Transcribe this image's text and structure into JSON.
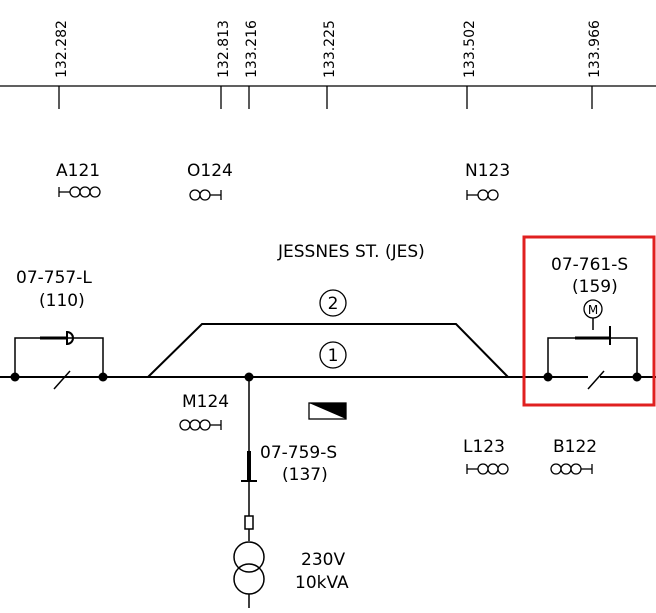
{
  "km_posts": [
    "132.282",
    "132.813",
    "133.216",
    "133.225",
    "133.502",
    "133.966"
  ],
  "station": {
    "name": "JESSNES ST. (JES)"
  },
  "tracks": [
    "1",
    "2"
  ],
  "signals": {
    "a121": "A121",
    "o124": "O124",
    "n123": "N123",
    "m124": "M124",
    "l123": "L123",
    "b122": "B122"
  },
  "switches": {
    "left": {
      "id": "07-757-L",
      "num": "(110)"
    },
    "right": {
      "id": "07-761-S",
      "num": "(159)",
      "motor": "M"
    },
    "feeder": {
      "id": "07-759-S",
      "num": "(137)"
    }
  },
  "transformer": {
    "voltage": "230V",
    "power": "10kVA"
  },
  "highlight_color": "#e02020"
}
